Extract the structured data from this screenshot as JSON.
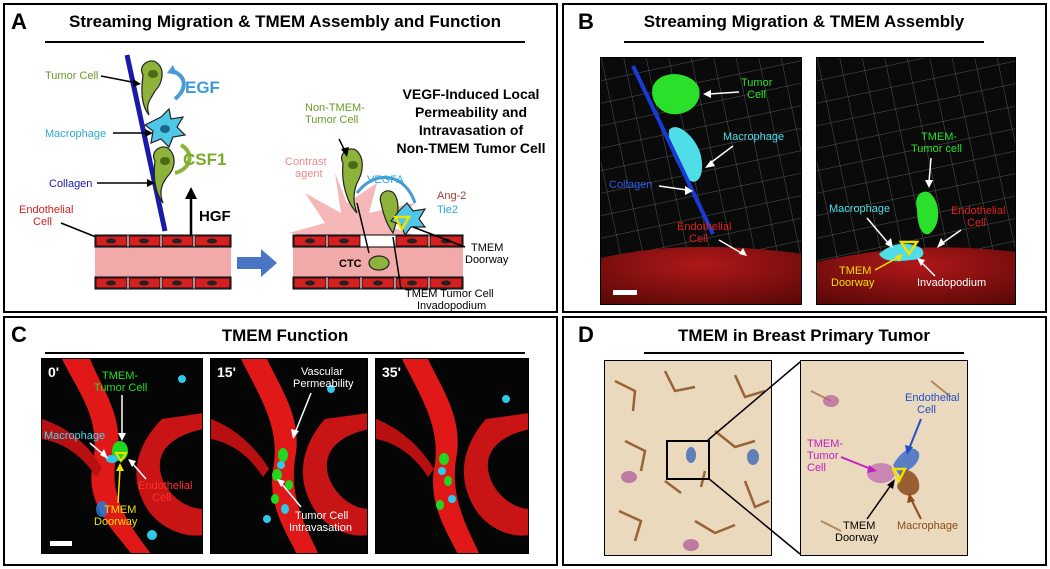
{
  "panelA": {
    "letter": "A",
    "title": "Streaming Migration & TMEM Assembly and Function",
    "left": {
      "tumor_cell": "Tumor Cell",
      "macrophage": "Macrophage",
      "collagen": "Collagen",
      "endothelial_1": "Endothelial",
      "endothelial_2": "Cell",
      "egf": "EGF",
      "csf1": "CSF1",
      "hgf": "HGF"
    },
    "right": {
      "heading_1": "VEGF-Induced Local",
      "heading_2": "Permeability and",
      "heading_3": "Intravasation of",
      "heading_4": "Non-TMEM Tumor Cell",
      "non_tmem_1": "Non-TMEM-",
      "non_tmem_2": "Tumor Cell",
      "contrast_1": "Contrast",
      "contrast_2": "agent",
      "vegfa": "VEGFA",
      "ang2": "Ang-2",
      "tie2": "Tie2",
      "ctc": "CTC",
      "doorway_1": "TMEM",
      "doorway_2": "Doorway",
      "invado_1": "TMEM Tumor Cell",
      "invado_2": "Invadopodium"
    }
  },
  "panelB": {
    "letter": "B",
    "title": "Streaming Migration & TMEM Assembly",
    "left": {
      "tumor_1": "Tumor",
      "tumor_2": "Cell",
      "macrophage": "Macrophage",
      "collagen": "Collagen",
      "endo_1": "Endothelial",
      "endo_2": "Cell"
    },
    "right": {
      "tmem_1": "TMEM-",
      "tmem_2": "Tumor cell",
      "macrophage": "Macrophage",
      "endo_1": "Endothelial",
      "endo_2": "Cell",
      "doorway_1": "TMEM",
      "doorway_2": "Doorway",
      "invado": "Invadopodium"
    }
  },
  "panelC": {
    "letter": "C",
    "title": "TMEM Function",
    "frame1": {
      "time": "0'",
      "tmem_1": "TMEM-",
      "tmem_2": "Tumor Cell",
      "macrophage": "Macrophage",
      "endo_1": "Endothelial",
      "endo_2": "Cell",
      "doorway_1": "TMEM",
      "doorway_2": "Doorway"
    },
    "frame2": {
      "time": "15'",
      "vasc_1": "Vascular",
      "vasc_2": "Permeability",
      "intra_1": "Tumor Cell",
      "intra_2": "Intravasation"
    },
    "frame3": {
      "time": "35'"
    }
  },
  "panelD": {
    "letter": "D",
    "title": "TMEM in Breast Primary Tumor",
    "endo_1": "Endothelial",
    "endo_2": "Cell",
    "tmem_1": "TMEM-",
    "tmem_2": "Tumor",
    "tmem_3": "Cell",
    "doorway_1": "TMEM",
    "doorway_2": "Doorway",
    "macrophage": "Macrophage"
  },
  "colors": {
    "tumor_green": "#8db33a",
    "macrophage_cyan": "#4fc8e8",
    "collagen_blue": "#1a1aa8",
    "endothelial_red": "#d42020",
    "vessel_pink": "#f2a9a9",
    "arrow_blue": "#4a74c4",
    "doorway_yellow": "#f0e000",
    "tmem_magenta": "#c020c0",
    "endo_blue_D": "#2050c8",
    "macro_brown": "#8a4a1a"
  }
}
